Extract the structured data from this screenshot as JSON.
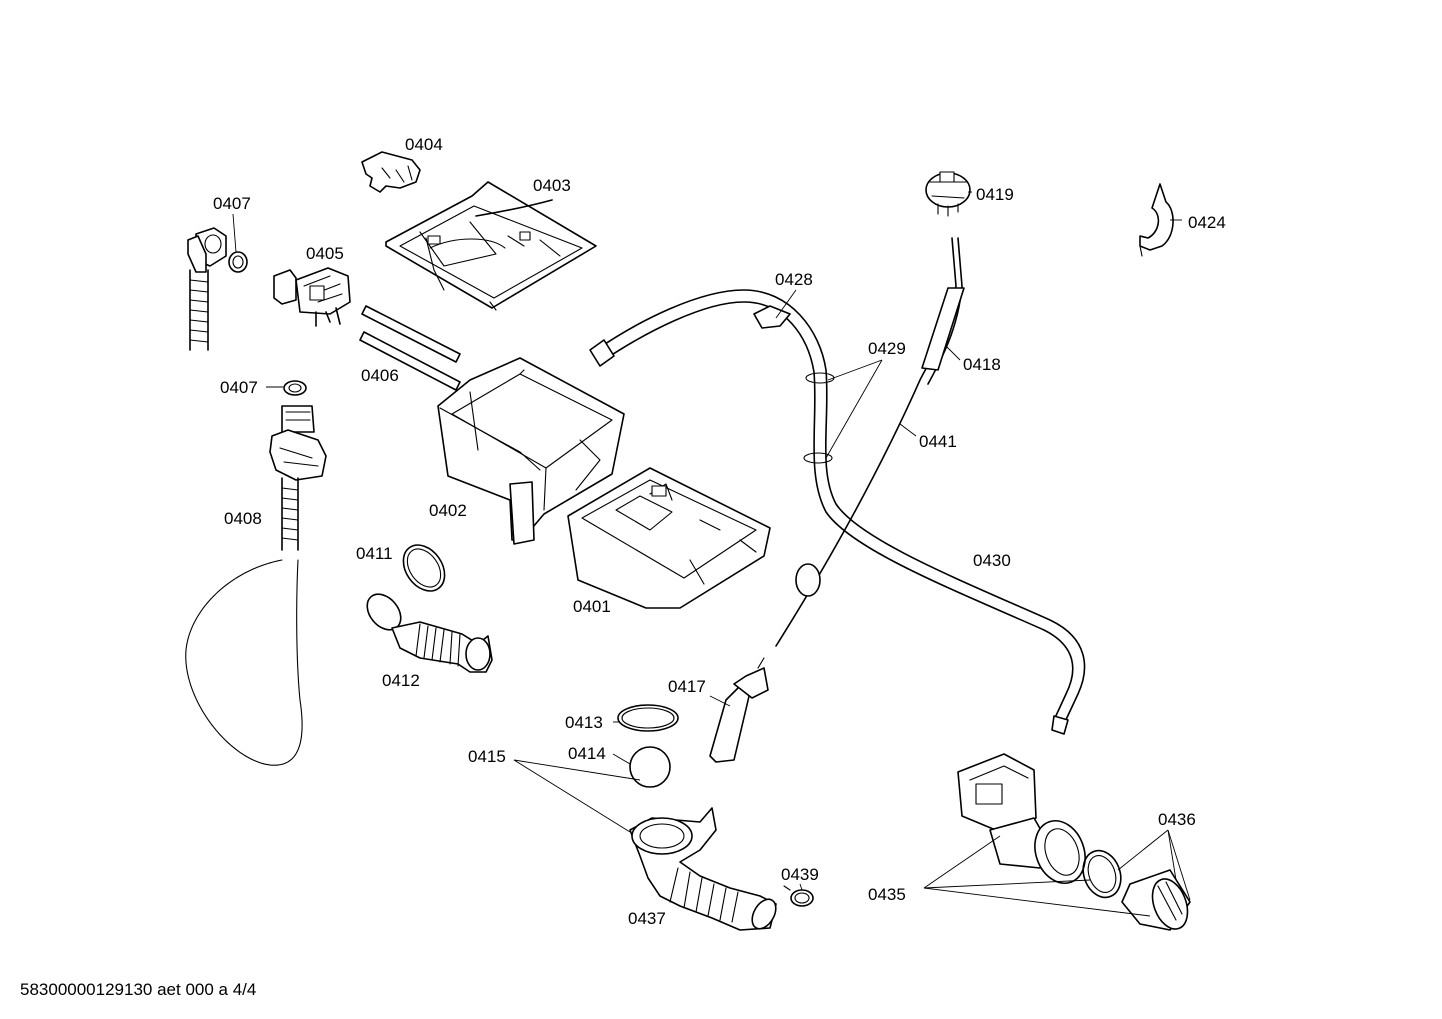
{
  "labels": {
    "p0401": "0401",
    "p0402": "0402",
    "p0403": "0403",
    "p0404": "0404",
    "p0405": "0405",
    "p0406": "0406",
    "p0407a": "0407",
    "p0407b": "0407",
    "p0408": "0408",
    "p0411": "0411",
    "p0412": "0412",
    "p0413": "0413",
    "p0414": "0414",
    "p0415": "0415",
    "p0417": "0417",
    "p0418": "0418",
    "p0419": "0419",
    "p0424": "0424",
    "p0428": "0428",
    "p0429": "0429",
    "p0430": "0430",
    "p0435": "0435",
    "p0436": "0436",
    "p0437": "0437",
    "p0439": "0439",
    "p0441": "0441"
  },
  "footer": "58300000129130 aet 000 a 4/4"
}
